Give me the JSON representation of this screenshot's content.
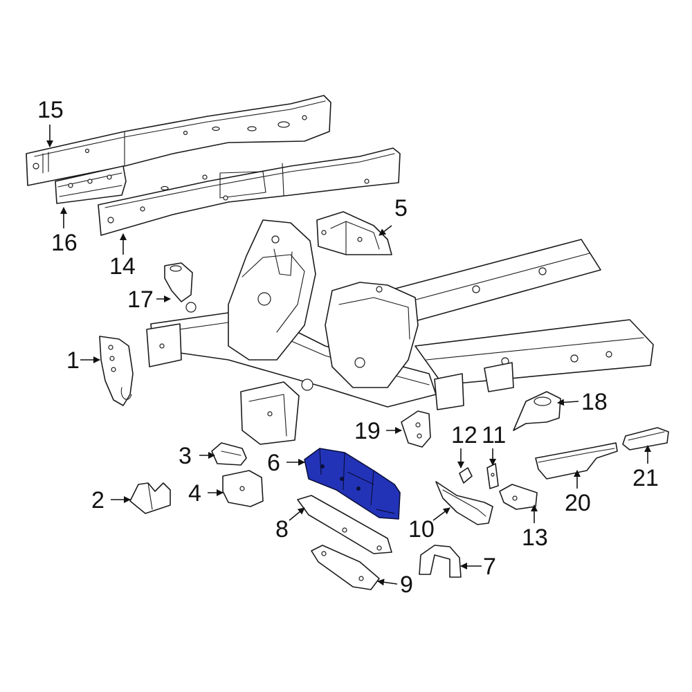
{
  "highlight_color": "#2233b8",
  "highlighted_part": "6",
  "callouts": {
    "c1": "1",
    "c2": "2",
    "c3": "3",
    "c4": "4",
    "c5": "5",
    "c6": "6",
    "c7": "7",
    "c8": "8",
    "c9": "9",
    "c10": "10",
    "c11": "11",
    "c12": "12",
    "c13": "13",
    "c14": "14",
    "c15": "15",
    "c16": "16",
    "c17": "17",
    "c18": "18",
    "c19": "19",
    "c20": "20",
    "c21": "21"
  }
}
